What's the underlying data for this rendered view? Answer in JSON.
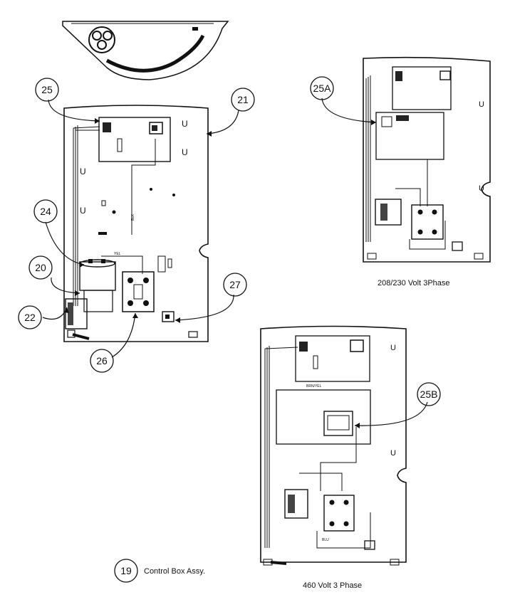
{
  "callouts": {
    "c25": "25",
    "c21": "21",
    "c24": "24",
    "c20": "20",
    "c22": "22",
    "c26": "26",
    "c27": "27",
    "c25a": "25A",
    "c25b": "25B",
    "c19": "19"
  },
  "captions": {
    "volt_208_230": "208/230 Volt 3Phase",
    "volt_460": "460 Volt 3 Phase",
    "control_box": "Control Box Assy."
  },
  "wire_labels": {
    "yel": "YEL",
    "blk": "BLK",
    "brn_yel": "BRN/YEL",
    "blu": "BLU"
  }
}
